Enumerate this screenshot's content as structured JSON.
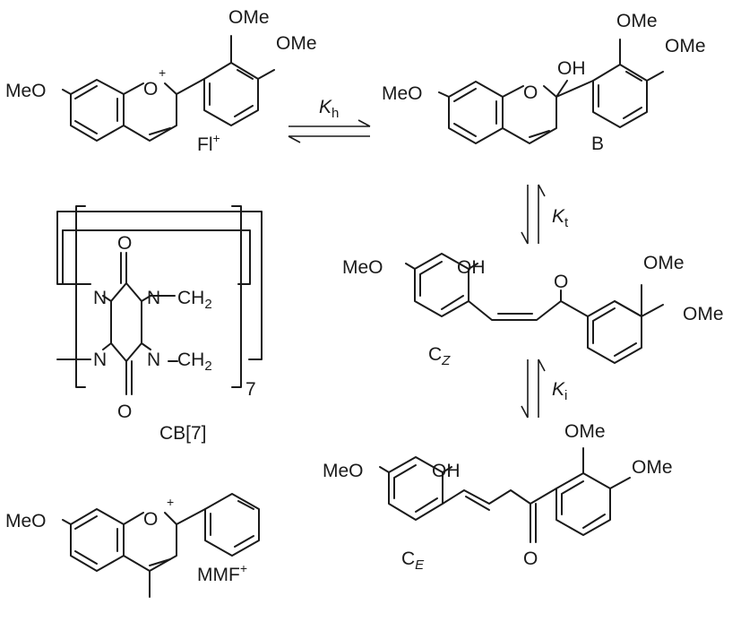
{
  "substituents": {
    "ome": "OMe",
    "meo": "MeO",
    "oh": "OH",
    "o": "O",
    "ch2": "CH",
    "n": "N",
    "plus": "+"
  },
  "species": {
    "fl": {
      "name": "Fl",
      "charge": "+"
    },
    "b": {
      "name": "B"
    },
    "cz": {
      "name": "C",
      "sub": "Z"
    },
    "ce": {
      "name": "C",
      "sub": "E"
    },
    "cb": {
      "name": "CB[7]",
      "repeat": "7",
      "ch2_sub": "2"
    },
    "mmf": {
      "name": "MMF",
      "charge": "+"
    }
  },
  "equilibria": {
    "kh": {
      "symbol": "K",
      "sub": "h"
    },
    "kt": {
      "symbol": "K",
      "sub": "t"
    },
    "ki": {
      "symbol": "K",
      "sub": "i"
    }
  }
}
